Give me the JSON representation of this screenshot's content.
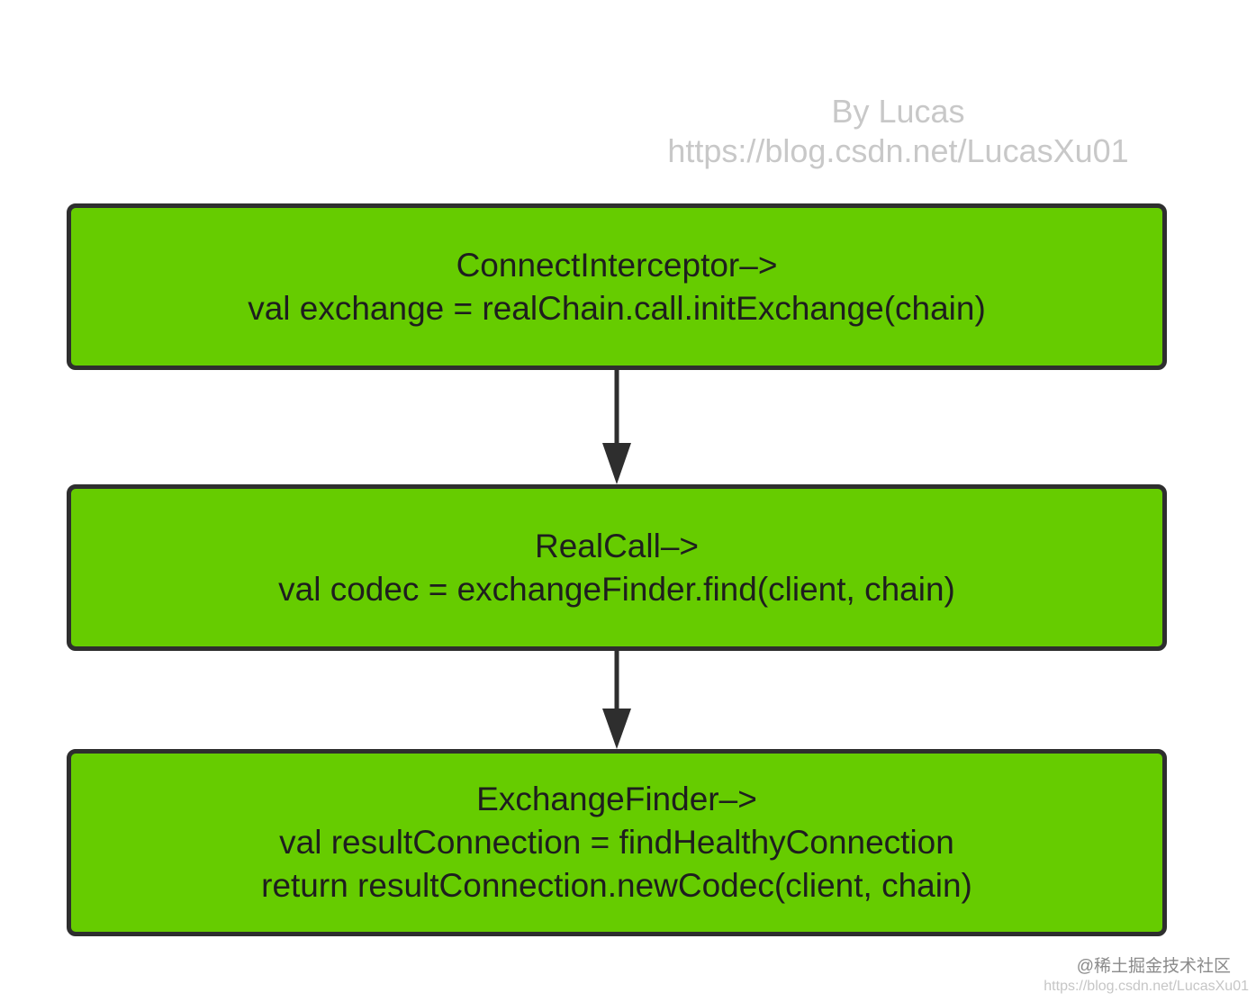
{
  "header": {
    "author": "By Lucas",
    "url": "https://blog.csdn.net/LucasXu01"
  },
  "nodes": [
    {
      "title": "ConnectInterceptor–>",
      "lines": [
        "val exchange = realChain.call.initExchange(chain)"
      ]
    },
    {
      "title": "RealCall–>",
      "lines": [
        "val codec = exchangeFinder.find(client, chain)"
      ]
    },
    {
      "title": "ExchangeFinder–>",
      "lines": [
        "val resultConnection = findHealthyConnection",
        "return resultConnection.newCodec(client, chain)"
      ]
    }
  ],
  "edges": [
    {
      "from": 0,
      "to": 1
    },
    {
      "from": 1,
      "to": 2
    }
  ],
  "colors": {
    "node_fill": "#66cc00",
    "node_border": "#2e2e2e",
    "arrow": "#2e2e2e",
    "watermark": "#c8c8c8"
  },
  "footer": {
    "watermark_line1": "@稀土掘金技术社区",
    "watermark_line2": "https://blog.csdn.net/LucasXu01"
  }
}
